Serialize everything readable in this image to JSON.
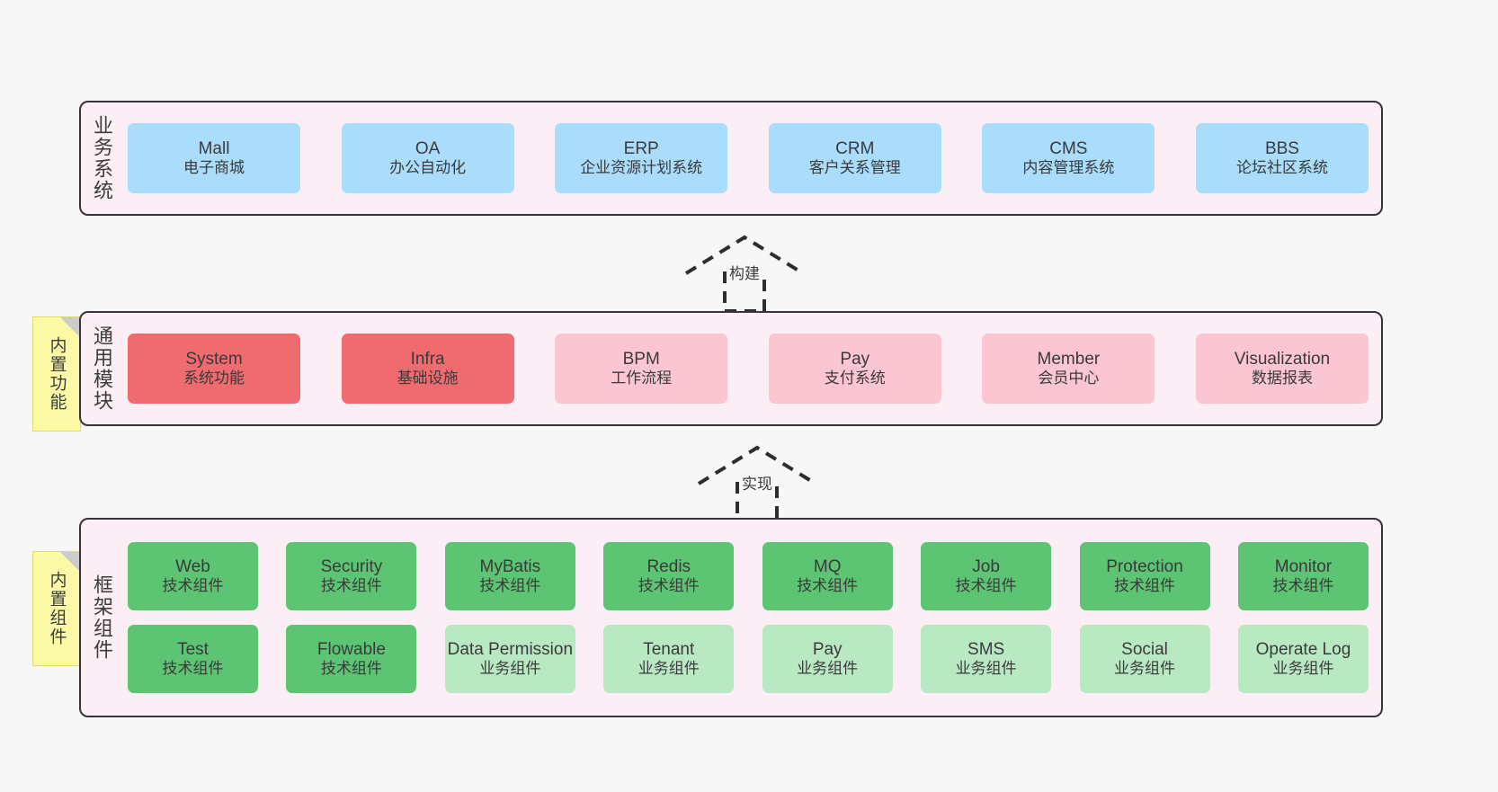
{
  "diagram": {
    "title": "",
    "colors": {
      "background": "#f7f7f7",
      "layer_fill": "#fbeef5",
      "layer_border": "#36343a",
      "business_card": "#aadcfb",
      "module_strong": "#f06b70",
      "module_soft": "#fbc6d2",
      "component_tech": "#5cc472",
      "component_biz": "#b9e9c2",
      "note_fill": "#fcf9a6"
    }
  },
  "layers": [
    {
      "key": "business",
      "label": "业务系统",
      "note": null,
      "rows": [
        {
          "cards": [
            {
              "title": "Mall",
              "sub": "电子商城"
            },
            {
              "title": "OA",
              "sub": "办公自动化"
            },
            {
              "title": "ERP",
              "sub": "企业资源计划系统"
            },
            {
              "title": "CRM",
              "sub": "客户关系管理"
            },
            {
              "title": "CMS",
              "sub": "内容管理系统"
            },
            {
              "title": "BBS",
              "sub": "论坛社区系统"
            }
          ]
        }
      ]
    },
    {
      "key": "module",
      "label": "通用模块",
      "note": "内置功能",
      "rows": [
        {
          "cards": [
            {
              "title": "System",
              "sub": "系统功能",
              "style": "strong"
            },
            {
              "title": "Infra",
              "sub": "基础设施",
              "style": "strong"
            },
            {
              "title": "BPM",
              "sub": "工作流程",
              "style": "soft"
            },
            {
              "title": "Pay",
              "sub": "支付系统",
              "style": "soft"
            },
            {
              "title": "Member",
              "sub": "会员中心",
              "style": "soft"
            },
            {
              "title": "Visualization",
              "sub": "数据报表",
              "style": "soft"
            }
          ]
        }
      ]
    },
    {
      "key": "framework",
      "label": "框架组件",
      "note": "内置组件",
      "rows": [
        {
          "cards": [
            {
              "title": "Web",
              "sub": "技术组件",
              "style": "tech"
            },
            {
              "title": "Security",
              "sub": "技术组件",
              "style": "tech"
            },
            {
              "title": "MyBatis",
              "sub": "技术组件",
              "style": "tech"
            },
            {
              "title": "Redis",
              "sub": "技术组件",
              "style": "tech"
            },
            {
              "title": "MQ",
              "sub": "技术组件",
              "style": "tech"
            },
            {
              "title": "Job",
              "sub": "技术组件",
              "style": "tech"
            },
            {
              "title": "Protection",
              "sub": "技术组件",
              "style": "tech"
            },
            {
              "title": "Monitor",
              "sub": "技术组件",
              "style": "tech"
            }
          ]
        },
        {
          "cards": [
            {
              "title": "Test",
              "sub": "技术组件",
              "style": "tech"
            },
            {
              "title": "Flowable",
              "sub": "技术组件",
              "style": "tech"
            },
            {
              "title": "Data Permission",
              "sub": "业务组件",
              "style": "biz"
            },
            {
              "title": "Tenant",
              "sub": "业务组件",
              "style": "biz"
            },
            {
              "title": "Pay",
              "sub": "业务组件",
              "style": "biz"
            },
            {
              "title": "SMS",
              "sub": "业务组件",
              "style": "biz"
            },
            {
              "title": "Social",
              "sub": "业务组件",
              "style": "biz"
            },
            {
              "title": "Operate Log",
              "sub": "业务组件",
              "style": "biz"
            }
          ]
        }
      ]
    }
  ],
  "connectors": [
    {
      "key": "build",
      "label": "构建",
      "from": "module",
      "to": "business"
    },
    {
      "key": "implement",
      "label": "实现",
      "from": "framework",
      "to": "module"
    }
  ]
}
